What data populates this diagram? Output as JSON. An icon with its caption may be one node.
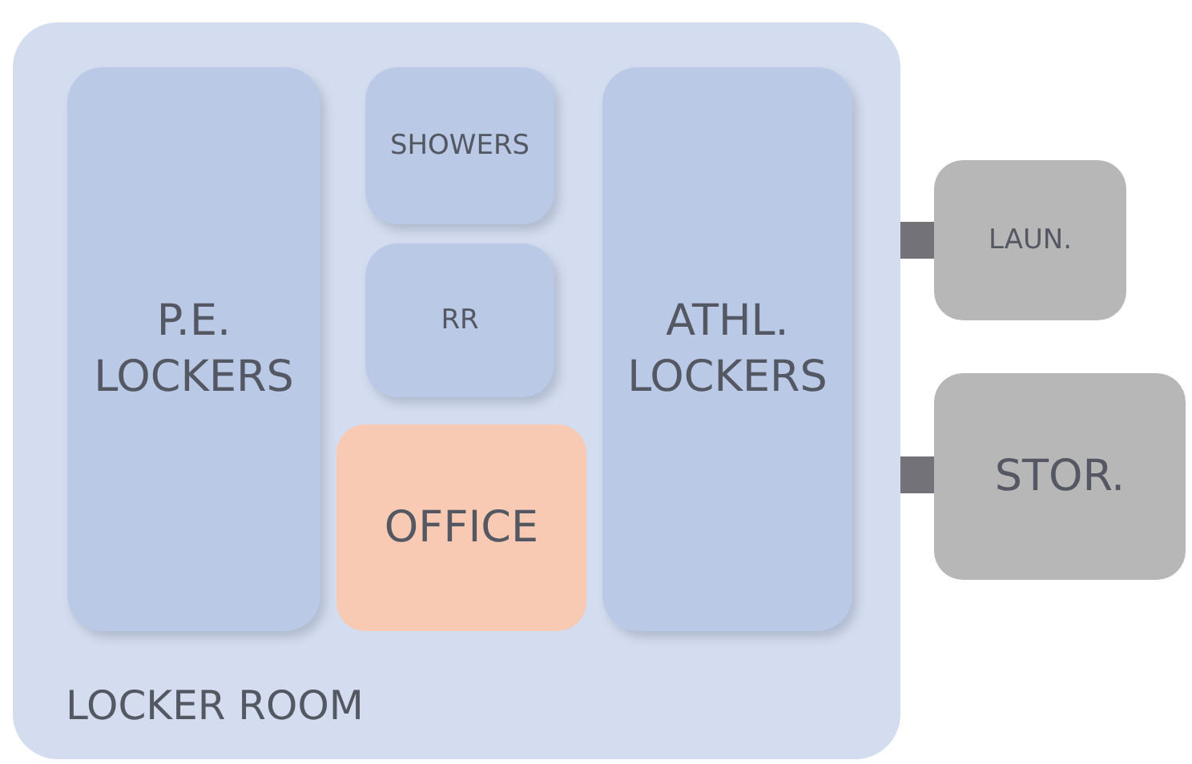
{
  "diagram": {
    "nodes": [
      {
        "text": [
          "LOCKER ROOM"
        ]
      },
      {
        "text": [
          "P.E. LOCKERS"
        ],
        "in": 0
      },
      {
        "text": [
          "SHOWERS"
        ],
        "in": 0
      },
      {
        "text": [
          "RR"
        ],
        "in": 0
      },
      {
        "text": [
          "OFFICE"
        ],
        "in": 0
      },
      {
        "text": [
          "ATHL. LOCKERS"
        ],
        "in": 0
      },
      {
        "text": [
          "LAUN."
        ]
      },
      {
        "text": [
          "STOR."
        ]
      }
    ],
    "edges": [
      {
        "from": 0,
        "to": 6,
        "arrow": "none"
      },
      {
        "from": 0,
        "to": 7,
        "arrow": "none"
      }
    ]
  }
}
